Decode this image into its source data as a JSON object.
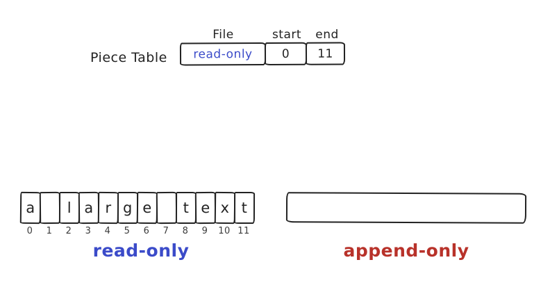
{
  "piece_table": {
    "label": "Piece Table",
    "headers": {
      "file": "File",
      "start": "start",
      "end": "end"
    },
    "row": {
      "file": "read-only",
      "start": "0",
      "end": "11"
    }
  },
  "read_only_buffer": {
    "label": "read-only",
    "cells": [
      "a",
      " ",
      "l",
      "a",
      "r",
      "g",
      "e",
      " ",
      "t",
      "e",
      "x",
      "t"
    ],
    "indices": [
      "0",
      "1",
      "2",
      "3",
      "4",
      "5",
      "6",
      "7",
      "8",
      "9",
      "10",
      "11"
    ]
  },
  "append_only_buffer": {
    "label": "append-only",
    "cells": []
  },
  "colors": {
    "ink": "#222222",
    "read_only": "#3b4bc9",
    "append_only": "#b8322a",
    "index_color": "#3a3a3a",
    "bg": "#ffffff"
  }
}
